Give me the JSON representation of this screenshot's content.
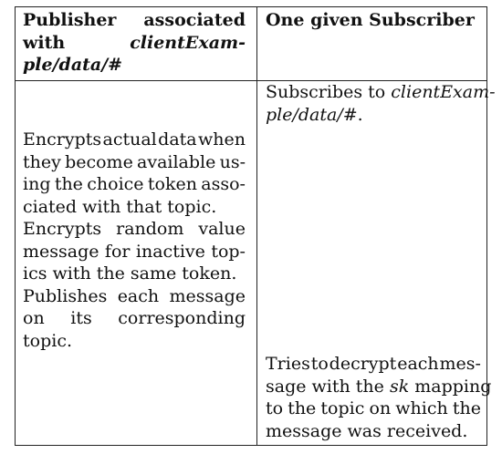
{
  "table": {
    "col1_header": {
      "line1_a": "Publisher",
      "line1_b": "associated",
      "line2_a": "with",
      "line2_b": "clientExam-",
      "line3": "ple/data/#"
    },
    "col2_header": "One given Subscriber",
    "col2_top": {
      "line1_a": "Subscribes to ",
      "line1_b": "clientExam-",
      "line2_a": "ple/data/#",
      "line2_b": "."
    },
    "col1_body": {
      "lines": [
        "Encrypts actual data when",
        "they become available us-",
        "ing the choice token asso-",
        "ciated with that topic.",
        "Encrypts random value",
        "message for inactive top-",
        "ics with the same token.",
        "Publishes each message",
        "on its corresponding",
        "topic."
      ]
    },
    "col2_bottom": {
      "line1": "Tries to decrypt each mes-",
      "line2_a": "sage with the ",
      "line2_b": "sk",
      "line2_c": " mapping",
      "line3": "to the topic on which the",
      "line4": "message was received."
    }
  }
}
